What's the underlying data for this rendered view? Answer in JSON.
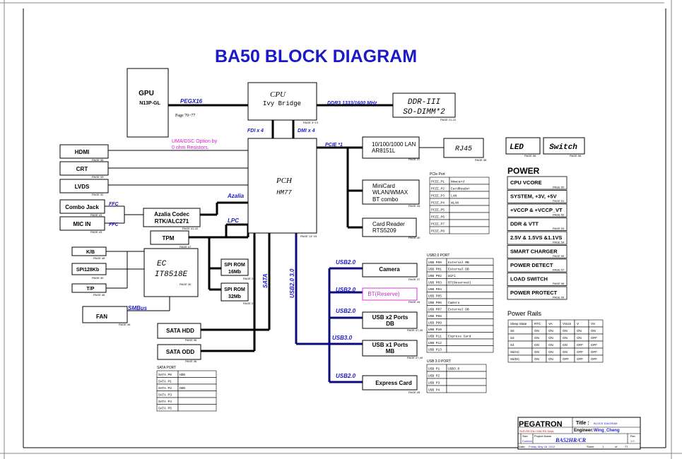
{
  "title": "BA50 BLOCK DIAGRAM",
  "blocks": {
    "gpu": {
      "name": "GPU",
      "part": "N13P-GL",
      "page": "Page 70~77"
    },
    "cpu": {
      "name": "CPU",
      "part": "Ivy Bridge",
      "page": "PAGE 3~13"
    },
    "ddr": {
      "name": "DDR-III",
      "sub": "SO-DIMM*2",
      "page": "PAGE 21,22"
    },
    "pch": {
      "name": "PCH",
      "part": "HM77",
      "page": "PAGE 13~19"
    },
    "lan": {
      "line1": "10/100/1000 LAN",
      "line2": "AR8151L",
      "page": "PAGE 37"
    },
    "rj45": {
      "name": "RJ45",
      "page": "PAGE 38"
    },
    "minicard": {
      "line1": "MiniCard",
      "line2": "WLAN/WMAX",
      "line3": "BT combo",
      "page": "PAGE 44"
    },
    "cardreader": {
      "line1": "Card Reader",
      "line2": "RTS5209",
      "page": "PAGE 40"
    },
    "hdmi": {
      "name": "HDMI",
      "page": "PAGE 35"
    },
    "crt": {
      "name": "CRT",
      "page": "PAGE 33"
    },
    "lvds": {
      "name": "LVDS",
      "page": "PAGE 32"
    },
    "combojack": {
      "name": "Combo Jack",
      "page": "PAGE 43"
    },
    "micin": {
      "name": "MIC IN",
      "page": "PAGE 43"
    },
    "azalia_codec": {
      "line1": "Azalia Codec",
      "line2": "RTK/ALC271",
      "page": "PAGE 41,42"
    },
    "tpm": {
      "name": "TPM",
      "page": "PAGE 47"
    },
    "kb": {
      "name": "K/B",
      "page": "PAGE 48"
    },
    "spi128": {
      "name": "SPI128Kb",
      "page": "PAGE 30"
    },
    "tp": {
      "name": "T/P",
      "page": "PAGE 46"
    },
    "ec": {
      "line1": "EC",
      "line2": "IT8518E",
      "page": "PAGE 30"
    },
    "spirom16": {
      "line1": "SPI ROM",
      "line2": "16Mb",
      "page": "PAGE 29"
    },
    "spirom32": {
      "line1": "SPI ROM",
      "line2": "32Mb",
      "page": "PAGE 28"
    },
    "fan": {
      "name": "FAN",
      "page": "PAGE 46"
    },
    "satahdd": {
      "name": "SATA HDD",
      "page": "PAGE 36"
    },
    "sataodd": {
      "name": "SATA ODD",
      "page": "PAGE 36"
    },
    "camera": {
      "name": "Camera",
      "page": "PAGE 37"
    },
    "bt": {
      "name": "BT(Reserve)",
      "page": "PAGE 44"
    },
    "usbx2": {
      "line1": "USB x2 Ports",
      "line2": "DB",
      "page": "PAGE 47,49"
    },
    "usbx1": {
      "line1": "USB x1 Ports",
      "line2": "MB",
      "page": "PAGE 47,49"
    },
    "expresscard": {
      "name": "Express Card",
      "page": "PAGE 45"
    },
    "led": {
      "name": "LED",
      "page": "PAGE 56"
    },
    "switch": {
      "name": "Switch",
      "page": "PAGE 56"
    }
  },
  "bus_labels": {
    "pegx16": "PEGX16",
    "ddr3": "DDR3 1333/1600 MHz",
    "fdi": "FDI x 4",
    "dmi": "DMI x 4",
    "pcie1": "PCIE *1",
    "uma": [
      "UMA/DSC Option by",
      "0 ohm Resistors."
    ],
    "azalia": "Azalia",
    "ffc1": "FFC",
    "ffc2": "FFC",
    "lpc": "LPC",
    "smbus": "SMBus",
    "sata": "SATA",
    "usb23": "USB2.0 3.0",
    "usb2a": "USB2.0",
    "usb2b": "USB2.0",
    "usb2c": "USB2.0",
    "usb3": "USB3.0",
    "usb2d": "USB2.0"
  },
  "pcie_port": {
    "title": "PCIe Port",
    "rows": [
      [
        "PCIE_P1",
        "Newcard"
      ],
      [
        "PCIE_P2",
        "CardReader"
      ],
      [
        "PCIE_P3",
        "LAN"
      ],
      [
        "PCIE_P4",
        "WLAN"
      ],
      [
        "PCIE_P5",
        ""
      ],
      [
        "PCIE_P6",
        ""
      ],
      [
        "PCIE_P7",
        ""
      ],
      [
        "PCIE_P8",
        ""
      ]
    ]
  },
  "usb2_port": {
    "title": "USB2.0 PORT",
    "rows": [
      [
        "USB P00",
        "External MB"
      ],
      [
        "USB P01",
        "External DB"
      ],
      [
        "USB P02",
        "WiFi"
      ],
      [
        "USB P03",
        "BT(Reserved)"
      ],
      [
        "USB P04",
        ""
      ],
      [
        "USB P05",
        ""
      ],
      [
        "USB P06",
        "Camera"
      ],
      [
        "USB P07",
        "External DB"
      ],
      [
        "USB P08",
        ""
      ],
      [
        "USB P09",
        ""
      ],
      [
        "USB P10",
        ""
      ],
      [
        "USB P11",
        "Express Card"
      ],
      [
        "USB P12",
        ""
      ],
      [
        "USB P13",
        ""
      ]
    ]
  },
  "usb3_port": {
    "title": "USB 3.0 PORT",
    "rows": [
      [
        "USB P1",
        "USB3.0"
      ],
      [
        "USB P2",
        ""
      ],
      [
        "USB P3",
        ""
      ],
      [
        "USB P4",
        ""
      ]
    ]
  },
  "sata_port": {
    "title": "SATA PORT",
    "rows": [
      [
        "SATA P0",
        "HDD"
      ],
      [
        "SATA P1",
        ""
      ],
      [
        "SATA P2",
        "ODD"
      ],
      [
        "SATA P3",
        ""
      ],
      [
        "SATA P4",
        ""
      ],
      [
        "SATA P5",
        ""
      ]
    ]
  },
  "power": {
    "title": "POWER",
    "items": [
      {
        "name": "CPU VCORE",
        "page": "PAGE 50"
      },
      {
        "name": "SYSTEM, +3V, +5V",
        "page": "PAGE 51"
      },
      {
        "name": "+VCCP & +VCCP_VT",
        "page": "PAGE 52"
      },
      {
        "name": "DDR & VTT",
        "page": "PAGE 53"
      },
      {
        "name": "2.5V & 1.5VS &1.1VS",
        "page": "PAGE 54"
      },
      {
        "name": "SMART CHARGER",
        "page": "PAGE 55"
      },
      {
        "name": "POWER DETECT",
        "page": "PAGE 57"
      },
      {
        "name": "LOAD SWITCH",
        "page": "PAGE 58"
      },
      {
        "name": "POWER PROTECT",
        "page": "PAGE 59"
      }
    ]
  },
  "power_rails": {
    "title": "Power Rails",
    "header": [
      "Sleep State",
      "RTC",
      "VA",
      "VSUS",
      "V",
      "VS"
    ],
    "rows": [
      [
        "S0",
        "ON",
        "ON",
        "ON",
        "ON",
        "ON"
      ],
      [
        "S3",
        "ON",
        "ON",
        "ON",
        "ON",
        "OFF"
      ],
      [
        "S4",
        "ON",
        "ON",
        "ON",
        "OFF",
        "OFF"
      ],
      [
        "S5/AC",
        "ON",
        "ON",
        "ON",
        "OFF",
        "OFF"
      ],
      [
        "S5/DC",
        "ON",
        "ON",
        "OFF",
        "OFF",
        "OFF"
      ]
    ]
  },
  "title_block": {
    "company": "PEGATRON",
    "title_label": "Title :",
    "title_value": "BLOCK DIAGRAM",
    "dept": "SLR-RD Div.+HW RD Dept.",
    "engineer_label": "Engineer:",
    "engineer_value": "Wing_Cheng",
    "size_label": "Size",
    "size_value": "Custom",
    "project_label": "Project Name",
    "project_value": "BA52HR/CR",
    "rev_label": "Rev",
    "rev_value": "1.0",
    "date_label": "Date:",
    "date_value": "Friday, May 18, 2012",
    "sheet_label": "Sheet",
    "sheet_value": "1",
    "of_label": "of",
    "of_value": "77"
  }
}
